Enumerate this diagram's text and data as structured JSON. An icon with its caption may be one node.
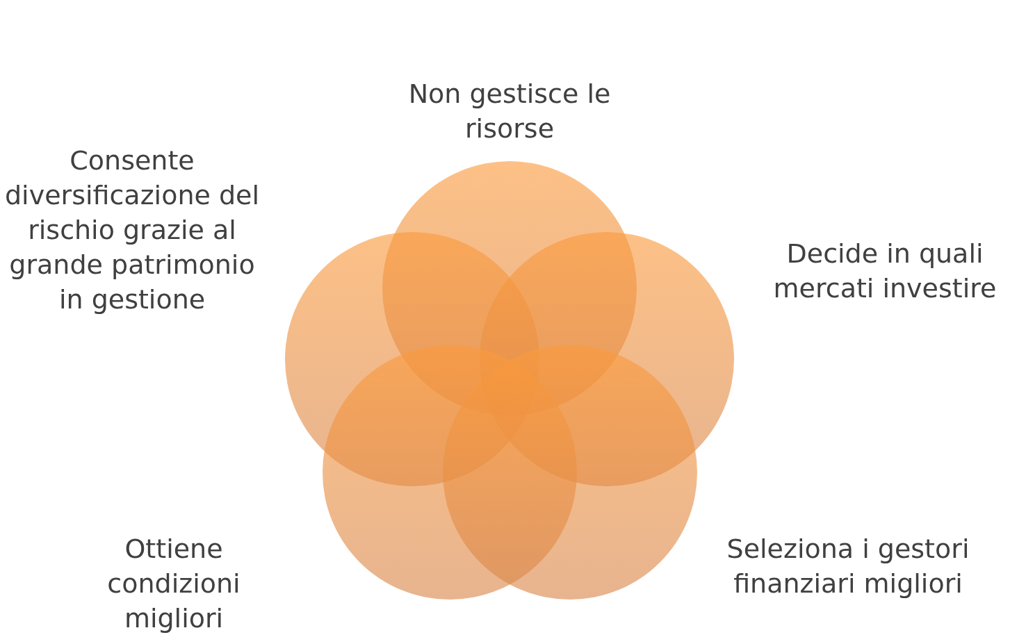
{
  "diagram": {
    "nodes": [
      {
        "text": [],
        "shape": "circle",
        "beside": [
          "Non gestisce le risorse"
        ]
      },
      {
        "text": [],
        "shape": "circle",
        "beside": [
          "Consente diversificazione del rischio grazie al grande patrimonio in gestione"
        ]
      },
      {
        "text": [],
        "shape": "circle",
        "beside": [
          "Decide in quali mercati investire"
        ]
      },
      {
        "text": [],
        "shape": "circle",
        "beside": [
          "Ottiene condizioni migliori"
        ]
      },
      {
        "text": [],
        "shape": "circle",
        "beside": [
          "Seleziona i gestori finanziari migliori"
        ]
      }
    ],
    "edges": []
  }
}
